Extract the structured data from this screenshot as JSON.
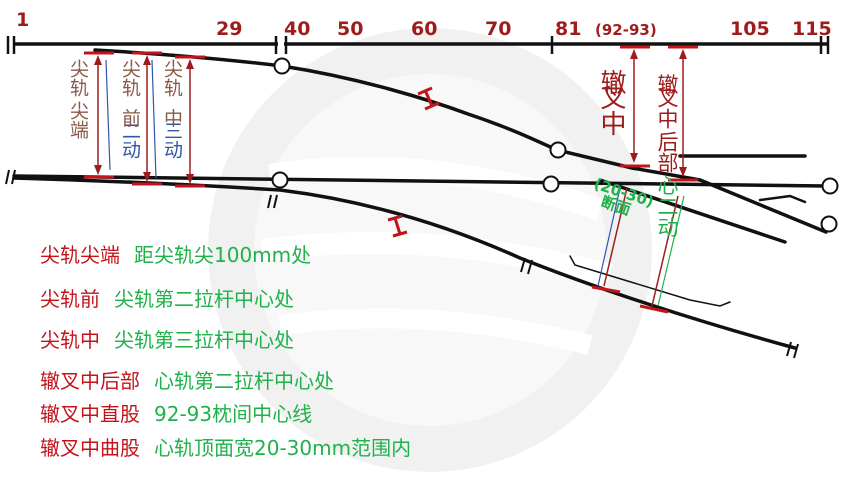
{
  "colors": {
    "rail": "#111111",
    "mark_red": "#c4141b",
    "dim_dark_red": "#9e1c1c",
    "label_brown": "#8a5a48",
    "label_blue": "#3456a6",
    "label_green": "#1fb24a",
    "watermark": "#e6e6e6"
  },
  "sleeper_numbers": {
    "n1": "1",
    "n29": "29",
    "n40": "40",
    "n50": "50",
    "n60": "60",
    "n70": "70",
    "n81": "81",
    "n92_93": "(92-93)",
    "n105": "105",
    "n115": "115"
  },
  "labels": {
    "tip_a": "尖轨",
    "tip_b": "尖端",
    "front_a": "尖轨",
    "front_b": "前",
    "front_c": "二动",
    "mid_a": "尖轨",
    "mid_b": "中",
    "mid_c": "三动",
    "frog_mid_a": "辙",
    "frog_mid_b": "叉中",
    "frog_rear_a": "辙",
    "frog_rear_b": "叉中",
    "frog_rear_c": "后部",
    "frog_rear_d": "心二动",
    "section_a": "(20-30)",
    "section_b": "断面"
  },
  "legend": [
    {
      "term": "尖轨尖端",
      "desc": "距尖轨尖100mm处"
    },
    {
      "term": "尖轨前",
      "desc": "尖轨第二拉杆中心处"
    },
    {
      "term": "尖轨中",
      "desc": "尖轨第三拉杆中心处"
    },
    {
      "term": "辙叉中后部",
      "desc": "心轨第二拉杆中心处"
    },
    {
      "term": "辙叉中直股",
      "desc": "92-93枕间中心线"
    },
    {
      "term": "辙叉中曲股",
      "desc": "心轨顶面宽20-30mm范围内"
    }
  ]
}
